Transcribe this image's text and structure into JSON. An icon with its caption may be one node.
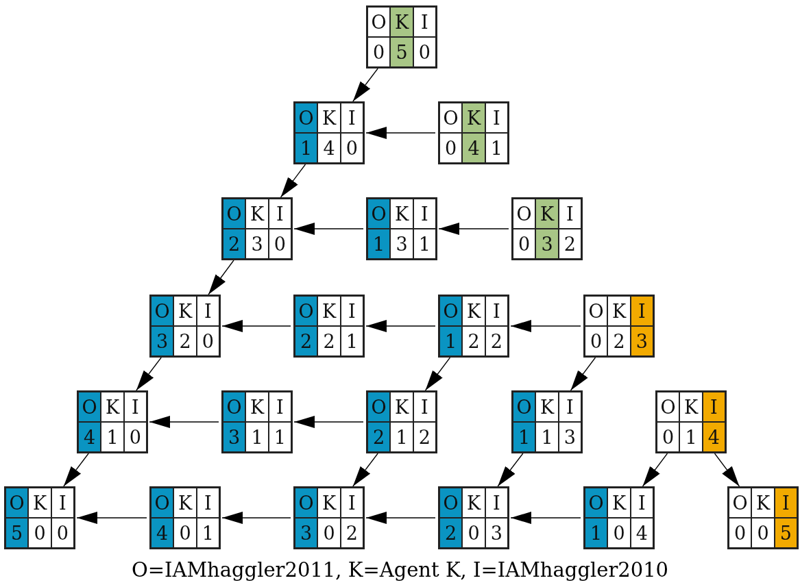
{
  "diagram": {
    "caption": "O=IAMhaggler2011, K=Agent K, I=IAMhaggler2010",
    "nodes": [
      {
        "text": [
          "O",
          "K",
          "I",
          "0",
          "5",
          "0"
        ]
      },
      {
        "text": [
          "O",
          "K",
          "I",
          "1",
          "4",
          "0"
        ]
      },
      {
        "text": [
          "O",
          "K",
          "I",
          "0",
          "4",
          "1"
        ]
      },
      {
        "text": [
          "O",
          "K",
          "I",
          "2",
          "3",
          "0"
        ]
      },
      {
        "text": [
          "O",
          "K",
          "I",
          "1",
          "3",
          "1"
        ]
      },
      {
        "text": [
          "O",
          "K",
          "I",
          "0",
          "3",
          "2"
        ]
      },
      {
        "text": [
          "O",
          "K",
          "I",
          "3",
          "2",
          "0"
        ]
      },
      {
        "text": [
          "O",
          "K",
          "I",
          "2",
          "2",
          "1"
        ]
      },
      {
        "text": [
          "O",
          "K",
          "I",
          "1",
          "2",
          "2"
        ]
      },
      {
        "text": [
          "O",
          "K",
          "I",
          "0",
          "2",
          "3"
        ]
      },
      {
        "text": [
          "O",
          "K",
          "I",
          "4",
          "1",
          "0"
        ]
      },
      {
        "text": [
          "O",
          "K",
          "I",
          "3",
          "1",
          "1"
        ]
      },
      {
        "text": [
          "O",
          "K",
          "I",
          "2",
          "1",
          "2"
        ]
      },
      {
        "text": [
          "O",
          "K",
          "I",
          "1",
          "1",
          "3"
        ]
      },
      {
        "text": [
          "O",
          "K",
          "I",
          "0",
          "1",
          "4"
        ]
      },
      {
        "text": [
          "O",
          "K",
          "I",
          "5",
          "0",
          "0"
        ]
      },
      {
        "text": [
          "O",
          "K",
          "I",
          "4",
          "0",
          "1"
        ]
      },
      {
        "text": [
          "O",
          "K",
          "I",
          "3",
          "0",
          "2"
        ]
      },
      {
        "text": [
          "O",
          "K",
          "I",
          "2",
          "0",
          "3"
        ]
      },
      {
        "text": [
          "O",
          "K",
          "I",
          "1",
          "0",
          "4"
        ]
      },
      {
        "text": [
          "O",
          "K",
          "I",
          "0",
          "0",
          "5"
        ]
      }
    ],
    "edges": [
      {
        "from": 0,
        "to": 1,
        "arrow": "to"
      },
      {
        "from": 2,
        "to": 1,
        "arrow": "to"
      },
      {
        "from": 1,
        "to": 3,
        "arrow": "to"
      },
      {
        "from": 4,
        "to": 3,
        "arrow": "to"
      },
      {
        "from": 5,
        "to": 4,
        "arrow": "to"
      },
      {
        "from": 3,
        "to": 6,
        "arrow": "to"
      },
      {
        "from": 7,
        "to": 6,
        "arrow": "to"
      },
      {
        "from": 8,
        "to": 7,
        "arrow": "to"
      },
      {
        "from": 9,
        "to": 8,
        "arrow": "to"
      },
      {
        "from": 6,
        "to": 10,
        "arrow": "to"
      },
      {
        "from": 11,
        "to": 10,
        "arrow": "to"
      },
      {
        "from": 12,
        "to": 11,
        "arrow": "to"
      },
      {
        "from": 8,
        "to": 12,
        "arrow": "to"
      },
      {
        "from": 9,
        "to": 13,
        "arrow": "to"
      },
      {
        "from": 10,
        "to": 15,
        "arrow": "to"
      },
      {
        "from": 16,
        "to": 15,
        "arrow": "to"
      },
      {
        "from": 17,
        "to": 16,
        "arrow": "to"
      },
      {
        "from": 18,
        "to": 17,
        "arrow": "to"
      },
      {
        "from": 12,
        "to": 17,
        "arrow": "to"
      },
      {
        "from": 13,
        "to": 18,
        "arrow": "to"
      },
      {
        "from": 19,
        "to": 18,
        "arrow": "to"
      },
      {
        "from": 14,
        "to": 19,
        "arrow": "to"
      },
      {
        "from": 14,
        "to": 20,
        "arrow": "to"
      }
    ]
  }
}
